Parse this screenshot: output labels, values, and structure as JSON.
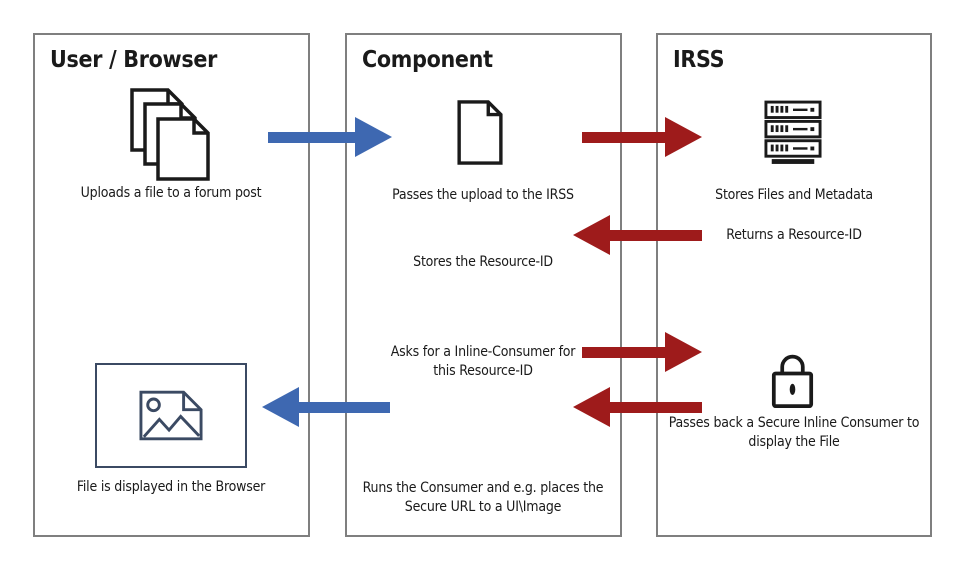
{
  "colors": {
    "blue": "#3E68B1",
    "red": "#9E1B1B",
    "border": "#7F7F7F",
    "ink": "#1A1A1A",
    "navy": "#3B4A63",
    "background": "#FFFFFF"
  },
  "columns": [
    {
      "title": "User / Browser",
      "caption_upload": "Uploads a file to a forum post",
      "caption_display": "File is displayed in the Browser"
    },
    {
      "title": "Component",
      "caption_pass": "Passes the upload to the IRSS",
      "caption_store": "Stores the Resource-ID",
      "caption_ask": "Asks for a Inline-Consumer for\nthis Resource-ID",
      "caption_run": "Runs the Consumer and e.g. places the\nSecure URL to a UI\\Image"
    },
    {
      "title": "IRSS",
      "caption_store": "Stores Files and Metadata",
      "caption_return": "Returns a Resource-ID",
      "caption_passback": "Passes back a Secure Inline Consumer to\ndisplay the File"
    }
  ],
  "arrows": [
    {
      "from": "User / Browser",
      "to": "Component",
      "color": "blue"
    },
    {
      "from": "Component",
      "to": "IRSS",
      "color": "red"
    },
    {
      "from": "IRSS",
      "to": "Component",
      "color": "red"
    },
    {
      "from": "Component",
      "to": "IRSS",
      "color": "red"
    },
    {
      "from": "IRSS",
      "to": "Component",
      "color": "red"
    },
    {
      "from": "Component",
      "to": "User / Browser",
      "color": "blue"
    }
  ],
  "icons": {
    "files_stack": "stacked-documents",
    "document": "document-page",
    "server": "server-rack",
    "lock": "padlock",
    "image": "image-placeholder"
  }
}
